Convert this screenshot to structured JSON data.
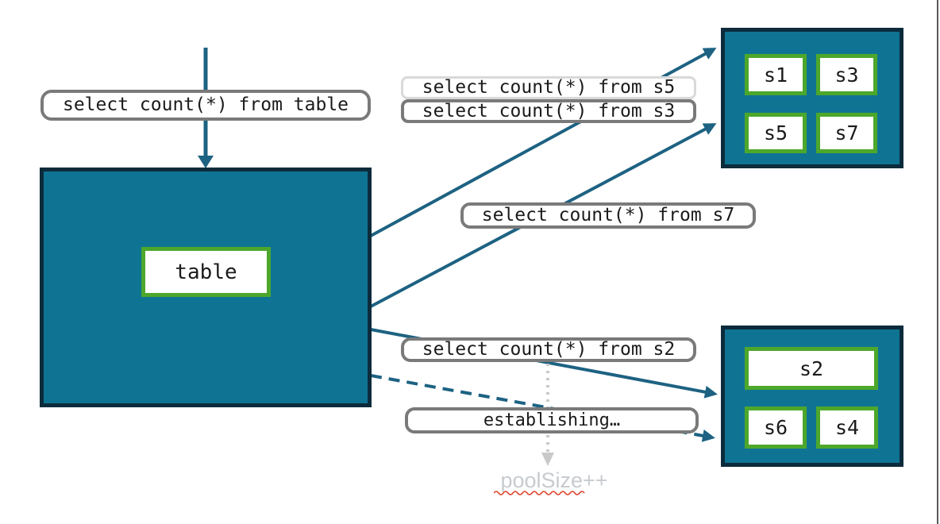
{
  "flow": {
    "query_table": "select count(*) from table",
    "query_s5": "select count(*) from s5",
    "query_s3": "select count(*) from s3",
    "query_s7": "select count(*) from s7",
    "query_s2": "select count(*) from s2",
    "establishing": "establishing…",
    "pool_size_note": "poolSize++"
  },
  "table_box": {
    "label": "table"
  },
  "shard_pool_top": {
    "shards": [
      "s1",
      "s3",
      "s5",
      "s7"
    ]
  },
  "shard_pool_bottom": {
    "shards": [
      "s2",
      "s6",
      "s4"
    ]
  },
  "colors": {
    "pool_fill": "#0F7494",
    "pool_border": "#0C2B3B",
    "shard_border": "#4DA72B",
    "arrow": "#1D6282",
    "label_border": "#7a7a7a",
    "label_border_light": "#d9d9d9",
    "muted_text": "#c7cbcf",
    "muted_arrow": "#c9c9c9",
    "squiggle": "#e0442c",
    "text": "#1b1b1b",
    "edge_line": "#595959"
  }
}
